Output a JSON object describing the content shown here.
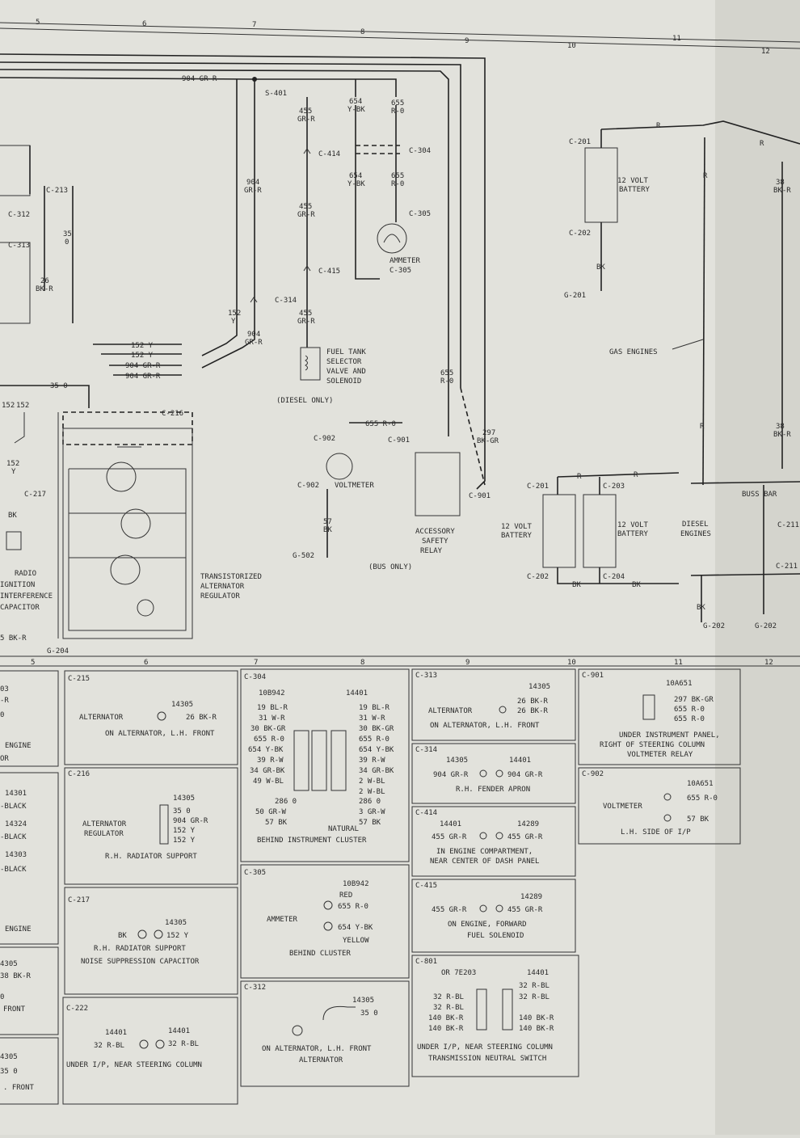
{
  "grid_numbers": [
    "5",
    "6",
    "7",
    "8",
    "9",
    "10",
    "11",
    "12"
  ],
  "connectors": {
    "s401": "S-401",
    "c414": "C-414",
    "c415": "C-415",
    "c304": "C-304",
    "c305": "C-305",
    "c314": "C-314",
    "c213": "C-213",
    "c312": "C-312",
    "c313": "C-313",
    "c216": "C-216",
    "c217": "C-217",
    "c902": "C-902",
    "c901": "C-901",
    "c201": "C-201",
    "c202": "C-202",
    "g201": "G-201",
    "c203": "C-203",
    "c204": "C-204",
    "g502": "G-502",
    "g204": "G-204",
    "g202": "G-202",
    "c211": "C-211"
  },
  "wires": {
    "w904": "904 GR-R",
    "w904s": "904",
    "w904c": "GR-R",
    "w152y": "152 Y",
    "w904gr": "904 GR-R",
    "w35": "35 0",
    "w455": "455",
    "w455c": "GR-R",
    "w654": "654",
    "w654c": "Y-BK",
    "w655": "655",
    "w655c": "R-0",
    "w152": "152",
    "w152c": "Y",
    "w35b": "35",
    "w35bc": "0",
    "w26": "26",
    "w26c": "BK-R",
    "w655r": "655 R-0",
    "w57": "57",
    "w57c": "BK",
    "w297": "297",
    "w297c": "BK-GR",
    "wBK": "BK",
    "wR": "R",
    "w38": "38",
    "w38c": "BK-R",
    "w5BKR": "5 BK-R"
  },
  "labels": {
    "ammeter": "AMMETER",
    "ammeter_c": "C-305",
    "fuel_tank": [
      "FUEL TANK",
      "SELECTOR",
      "VALVE AND",
      "SOLENOID"
    ],
    "diesel_only": "(DIESEL ONLY)",
    "voltmeter": "VOLTMETER",
    "accessory": [
      "ACCESSORY",
      "SAFETY",
      "RELAY"
    ],
    "bus_only": "(BUS ONLY)",
    "battery12": [
      "12 VOLT",
      "BATTERY"
    ],
    "gas_engines": "GAS ENGINES",
    "diesel_engines": [
      "DIESEL",
      "ENGINES"
    ],
    "buss_bar": "BUSS BAR",
    "regulator": [
      "TRANSISTORIZED",
      "ALTERNATOR",
      "REGULATOR"
    ],
    "radio": [
      "RADIO",
      "IGNITION",
      "INTERFERENCE",
      "CAPACITOR"
    ]
  },
  "tables": {
    "c215": {
      "id": "C-215",
      "line1": "ALTERNATOR",
      "num": "14305",
      "wire": "26 BK-R",
      "loc": "ON ALTERNATOR, L.H. FRONT"
    },
    "c216": {
      "id": "C-216",
      "num": "14305",
      "part": [
        "ALTERNATOR",
        "REGULATOR"
      ],
      "pins": [
        "35 0",
        "904 GR-R",
        "152 Y",
        "152 Y"
      ],
      "loc": "R.H. RADIATOR SUPPORT"
    },
    "c217": {
      "id": "C-217",
      "num": "14305",
      "left": "BK",
      "right": "152 Y",
      "loc": "R.H. RADIATOR SUPPORT",
      "note": "NOISE SUPPRESSION CAPACITOR"
    },
    "c222": {
      "id": "C-222",
      "n1": "14401",
      "n2": "14401",
      "left": "32 R-BL",
      "right": "32 R-BL",
      "loc": "UNDER I/P, NEAR STEERING COLUMN"
    },
    "c304": {
      "id": "C-304",
      "n1": "10B942",
      "n2": "14401",
      "left": [
        "19 BL-R",
        "31 W-R",
        "30 BK-GR",
        "655 R-0",
        "654 Y-BK",
        "39 R-W",
        "34 GR-BK",
        "49 W-BL",
        "",
        "286 0",
        "50 GR-W",
        "57 BK"
      ],
      "right": [
        "19 BL-R",
        "31 W-R",
        "30 BK-GR",
        "655 R-0",
        "654 Y-BK",
        "39 R-W",
        "34 GR-BK",
        "2 W-BL",
        "2 W-BL",
        "286 0",
        "3 GR-W",
        "57 BK"
      ],
      "natural": "NATURAL",
      "loc": "BEHIND INSTRUMENT CLUSTER"
    },
    "c305": {
      "id": "C-305",
      "num": "10B942",
      "part": "AMMETER",
      "top": "RED",
      "w1": "655 R-0",
      "w2": "654 Y-BK",
      "bottom": "YELLOW",
      "loc": "BEHIND CLUSTER"
    },
    "c312": {
      "id": "C-312",
      "num": "14305",
      "wire": "35 0",
      "loc": "ON ALTERNATOR, L.H. FRONT",
      "note": "ALTERNATOR"
    },
    "c313": {
      "id": "C-313",
      "num": "14305",
      "part": "ALTERNATOR",
      "w1": "26 BK-R",
      "w2": "26 BK-R",
      "loc": "ON ALTERNATOR, L.H. FRONT"
    },
    "c314": {
      "id": "C-314",
      "n1": "14305",
      "n2": "14401",
      "left": "904 GR-R",
      "right": "904 GR-R",
      "loc": "R.H. FENDER APRON"
    },
    "c414": {
      "id": "C-414",
      "n1": "14401",
      "n2": "14289",
      "left": "455 GR-R",
      "right": "455 GR-R",
      "loc": [
        "IN ENGINE COMPARTMENT,",
        "NEAR CENTER OF DASH PANEL"
      ]
    },
    "c415": {
      "id": "C-415",
      "n2": "14289",
      "left": "455 GR-R",
      "right": "455 GR-R",
      "loc": [
        "ON ENGINE, FORWARD",
        "FUEL SOLENOID"
      ]
    },
    "c801": {
      "id": "C-801",
      "n1": "OR 7E203",
      "n2": "14401",
      "left": [
        "32 R-BL",
        "32 R-BL",
        "140 BK-R",
        "140 BK-R"
      ],
      "right": [
        "32 R-BL",
        "32 R-BL",
        "140 BK-R",
        "140 BK-R"
      ],
      "loc": "UNDER I/P, NEAR STEERING COLUMN",
      "note": "TRANSMISSION NEUTRAL SWITCH"
    },
    "c901": {
      "id": "C-901",
      "num": "10A651",
      "wires": [
        "297 BK-GR",
        "655 R-0",
        "655 R-0"
      ],
      "loc": [
        "UNDER INSTRUMENT PANEL,",
        "RIGHT OF STEERING COLUMN"
      ],
      "note": "VOLTMETER RELAY"
    },
    "c902": {
      "id": "C-902",
      "num": "10A651",
      "part": "VOLTMETER",
      "w1": "655 R-0",
      "w2": "57 BK",
      "loc": "L.H. SIDE OF I/P"
    }
  },
  "left_col": [
    "03",
    "-R",
    "0",
    "ENGINE",
    "OR",
    "14301",
    "-BLACK",
    "14324",
    "-BLACK",
    "14303",
    "-BLACK",
    "ENGINE",
    "4305",
    "38 BK-R",
    "0",
    "FRONT",
    "4305",
    "35 0",
    ". FRONT"
  ]
}
